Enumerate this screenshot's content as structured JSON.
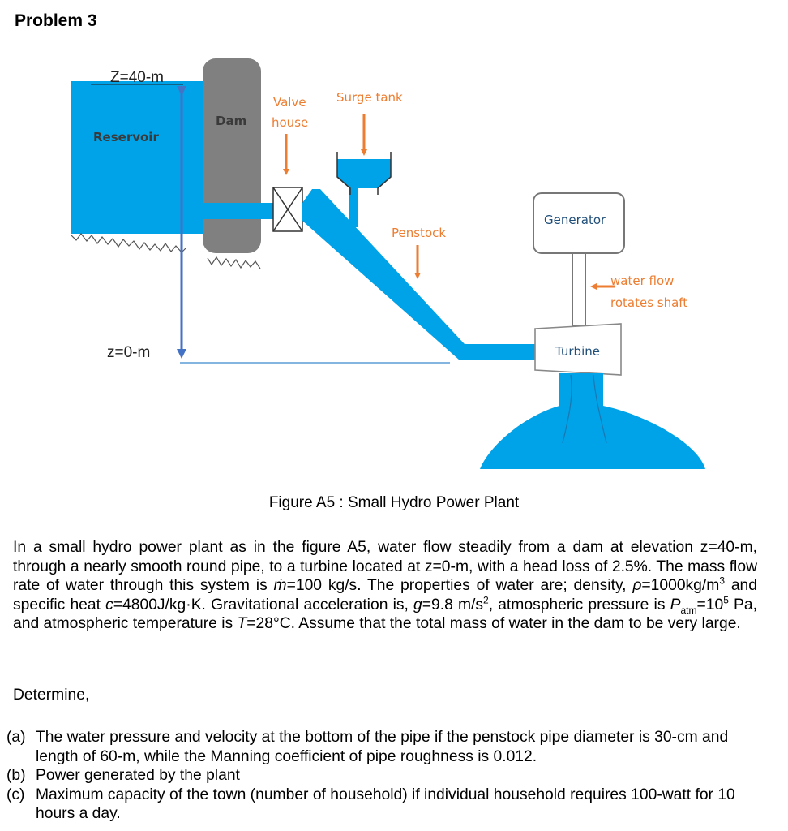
{
  "problem": {
    "title": "Problem 3"
  },
  "figure": {
    "labels": {
      "z_top": "Z=40-m",
      "z_bottom": "z=0-m",
      "reservoir": "Reservoir",
      "dam": "Dam",
      "valve_house_line1": "Valve",
      "valve_house_line2": "house",
      "surge_tank": "Surge tank",
      "penstock": "Penstock",
      "generator": "Generator",
      "water_flow_line1": "water flow",
      "water_flow_line2": "rotates shaft",
      "turbine": "Turbine"
    },
    "colors": {
      "water": "#00a2e8",
      "dam": "#808080",
      "annotation": "#ed7d31",
      "elevation_arrow": "#4472c4",
      "label_text": "#3a3a3a",
      "datum_line": "#5b9bd5"
    },
    "caption": "Figure A5 : Small Hydro Power Plant"
  },
  "text": {
    "intro": {
      "s1": "In a small hydro power plant as in the figure A5, water flow steadily from a dam at elevation z=40-m, through a nearly smooth round pipe, to a turbine located at z=0-m, with a head loss of 2.5%. The mass flow rate of water through this system is ",
      "mdot_symbol": "ṁ",
      "s2": "=100 kg/s. The properties of water are; density, ",
      "rho_symbol": "ρ",
      "s3": "=1000kg/m",
      "sup_3": "3",
      "s4": " and specific heat ",
      "c_symbol": "c",
      "s5": "=4800J/kg·K. Gravitational acceleration is, ",
      "g_symbol": "g",
      "s6": "=9.8 m/s",
      "sup_2": "2",
      "s7": ", atmospheric pressure is ",
      "p_symbol": "P",
      "p_sub": "atm",
      "s8": "=10",
      "sup_5": "5",
      "s9": " Pa, and atmospheric temperature is ",
      "t_symbol": "T",
      "s10": "=28°C. Assume that the total mass of water in the dam to be very large."
    },
    "determine": "Determine,",
    "questions": [
      {
        "label": "(a)",
        "text": "The water pressure and velocity at the bottom of the pipe if the penstock pipe diameter is 30-cm and length of 60-m, while the Manning coefficient of pipe  roughness is 0.012."
      },
      {
        "label": "(b)",
        "text": "Power generated by the plant"
      },
      {
        "label": "(c)",
        "text": "Maximum capacity of the town (number of household) if individual household requires 100-watt for 10 hours a day."
      }
    ]
  }
}
